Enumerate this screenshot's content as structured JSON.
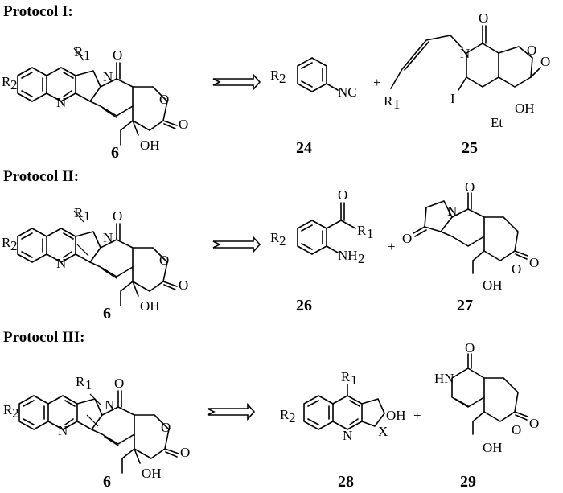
{
  "protocols": [
    {
      "title": "Protocol I:",
      "product": {
        "number": "6",
        "r1": "R",
        "r1_sub": "1",
        "r2": "R",
        "r2_sub": "2",
        "n": "N",
        "o_ketone": "O",
        "o_lactone_ring": "O",
        "o_lactone": "O",
        "oh": "OH"
      },
      "reactants": [
        {
          "number": "24",
          "r2": "R",
          "r2_sub": "2",
          "group": "NC"
        },
        {
          "number": "25",
          "r1": "R",
          "r1_sub": "1",
          "i": "I",
          "n": "N",
          "o_ketone": "O",
          "o_ring": "O",
          "o_lactone": "O",
          "et": "Et",
          "oh": "OH"
        }
      ],
      "plus": "+"
    },
    {
      "title": "Protocol II:",
      "product": {
        "number": "6",
        "r1": "R",
        "r1_sub": "1",
        "r2": "R",
        "r2_sub": "2",
        "n": "N",
        "o_ketone": "O",
        "o_lactone_ring": "O",
        "o_lactone": "O",
        "oh": "OH"
      },
      "reactants": [
        {
          "number": "26",
          "r1": "R",
          "r1_sub": "1",
          "r2": "R",
          "r2_sub": "2",
          "o": "O",
          "nh2": "NH",
          "nh2_sub": "2"
        },
        {
          "number": "27",
          "o_cp": "O",
          "n": "N",
          "o_ketone": "O",
          "o_ring": "O",
          "o_lactone": "O",
          "oh": "OH"
        }
      ],
      "plus": "+"
    },
    {
      "title": "Protocol III:",
      "product": {
        "number": "6",
        "r1": "R",
        "r1_sub": "1",
        "r2": "R",
        "r2_sub": "2",
        "n": "N",
        "o_ketone": "O",
        "o_lactone_ring": "O",
        "o_lactone": "O",
        "oh": "OH"
      },
      "reactants": [
        {
          "number": "28",
          "r1": "R",
          "r1_sub": "1",
          "r2": "R",
          "r2_sub": "2",
          "n": "N",
          "x": "X",
          "oh": "OH"
        },
        {
          "number": "29",
          "hn": "HN",
          "o_ketone": "O",
          "o_ring": "O",
          "o_lactone": "O",
          "oh": "OH"
        }
      ],
      "plus": "+"
    }
  ]
}
